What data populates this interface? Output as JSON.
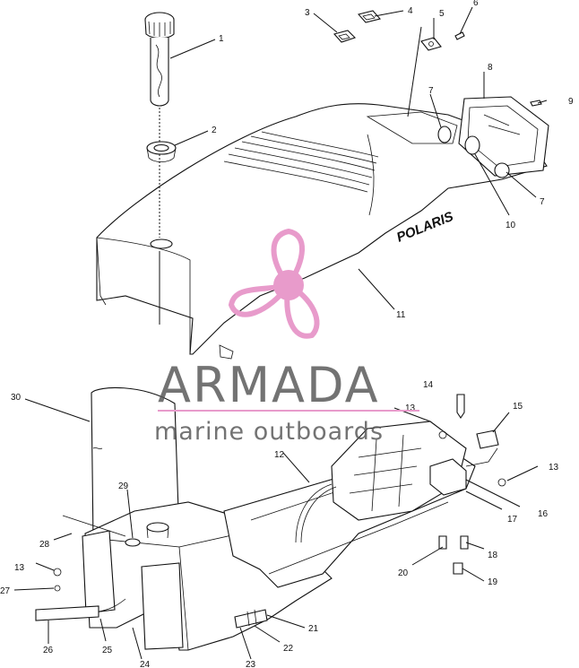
{
  "diagram": {
    "callouts": {
      "c1": "1",
      "c2": "2",
      "c3": "3",
      "c4": "4",
      "c5": "5",
      "c6": "6",
      "c7a": "7",
      "c7b": "7",
      "c8": "8",
      "c9": "9",
      "c10": "10",
      "c11": "11",
      "c12": "12",
      "c13a": "13",
      "c13b": "13",
      "c13c": "13",
      "c14": "14",
      "c15": "15",
      "c16": "16",
      "c17": "17",
      "c18": "18",
      "c19": "19",
      "c20": "20",
      "c21": "21",
      "c22": "22",
      "c23": "23",
      "c24": "24",
      "c25": "25",
      "c26": "26",
      "c27": "27",
      "c28": "28",
      "c29": "29",
      "c30": "30"
    },
    "brand_decal": "POLARIS"
  },
  "watermark": {
    "title": "ARMADA",
    "subtitle": "marine outboards",
    "logo_color": "#e89bcb"
  }
}
